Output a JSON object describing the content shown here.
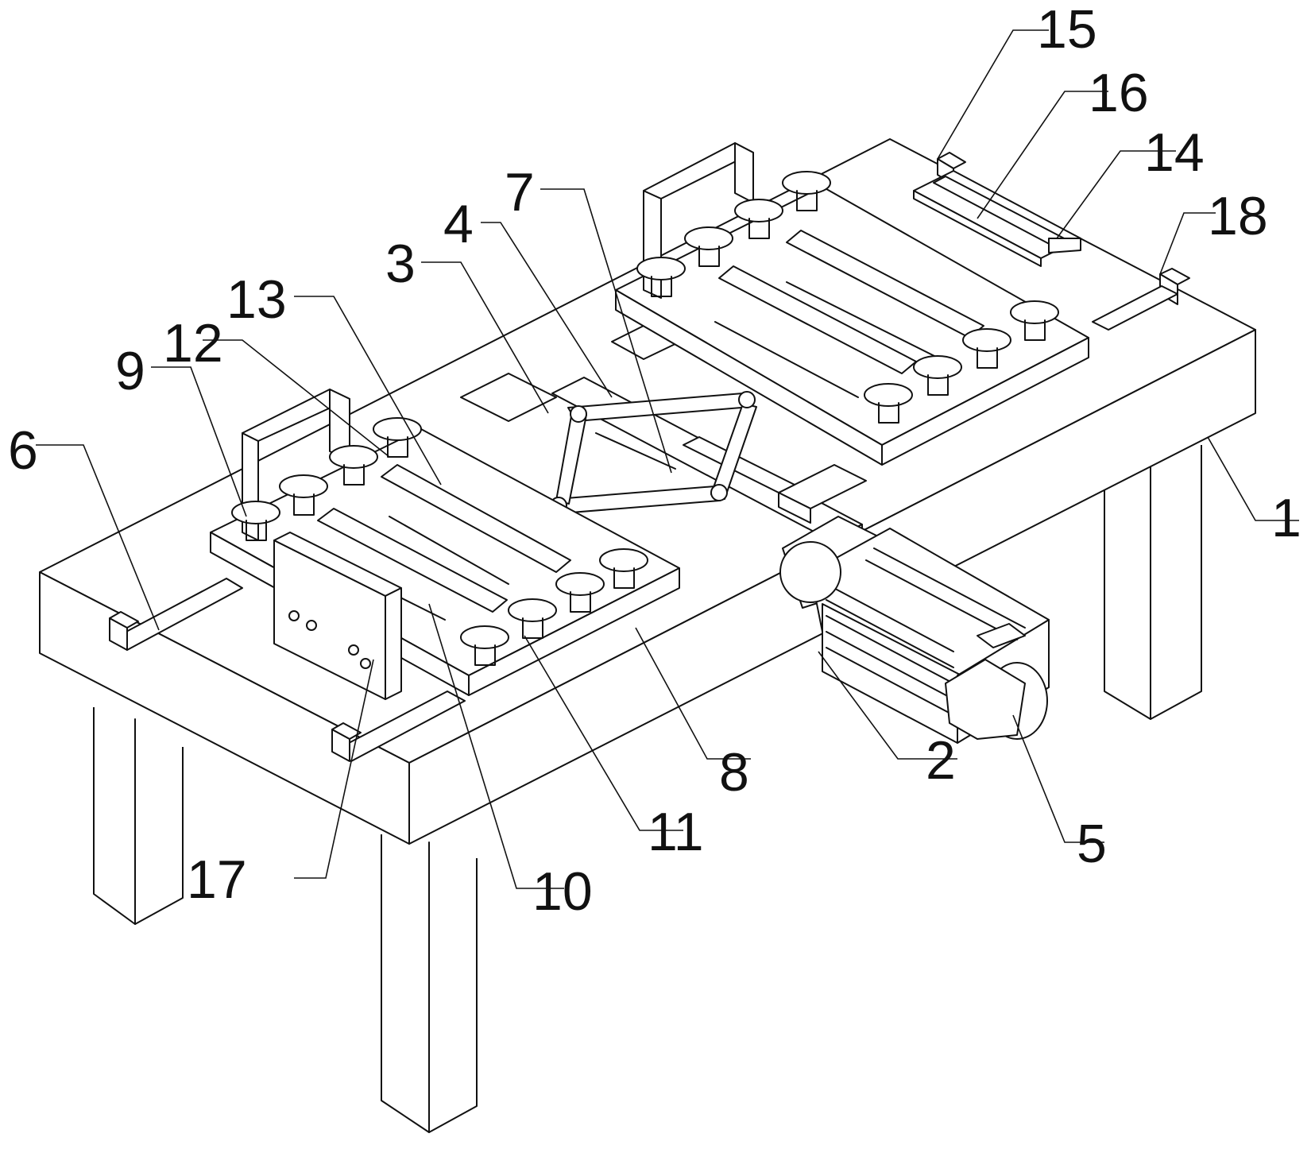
{
  "figure": {
    "callouts": [
      {
        "id": "1",
        "text": "1"
      },
      {
        "id": "2",
        "text": "2"
      },
      {
        "id": "3",
        "text": "3"
      },
      {
        "id": "4",
        "text": "4"
      },
      {
        "id": "5",
        "text": "5"
      },
      {
        "id": "6",
        "text": "6"
      },
      {
        "id": "7",
        "text": "7"
      },
      {
        "id": "8",
        "text": "8"
      },
      {
        "id": "9",
        "text": "9"
      },
      {
        "id": "10",
        "text": "10"
      },
      {
        "id": "11",
        "text": "11"
      },
      {
        "id": "12",
        "text": "12"
      },
      {
        "id": "13",
        "text": "13"
      },
      {
        "id": "14",
        "text": "14"
      },
      {
        "id": "15",
        "text": "15"
      },
      {
        "id": "16",
        "text": "16"
      },
      {
        "id": "17",
        "text": "17"
      },
      {
        "id": "18",
        "text": "18"
      }
    ]
  },
  "colors": {
    "line": "#111111",
    "background": "#ffffff"
  }
}
